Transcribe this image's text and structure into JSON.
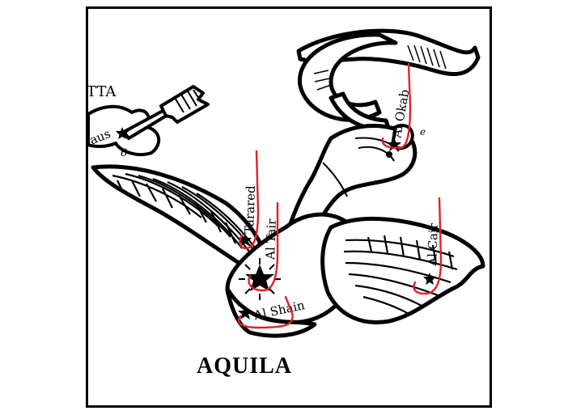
{
  "title": "AQUILA",
  "neighbor_constellation": "TTA",
  "stars": [
    {
      "name": "Al Okab"
    },
    {
      "name": "Tarared"
    },
    {
      "name": "Al Tair"
    },
    {
      "name": "Al Cair"
    },
    {
      "name": "Al Shain"
    },
    {
      "name": "Kaus"
    }
  ],
  "small_letters": {
    "kaus_number": "6",
    "okab_letter": "e"
  },
  "colors": {
    "ink": "#000000",
    "annotation": "#e0202a",
    "background": "#ffffff"
  },
  "annotations": {
    "count": 5,
    "shape": "hook",
    "color_name": "red"
  }
}
